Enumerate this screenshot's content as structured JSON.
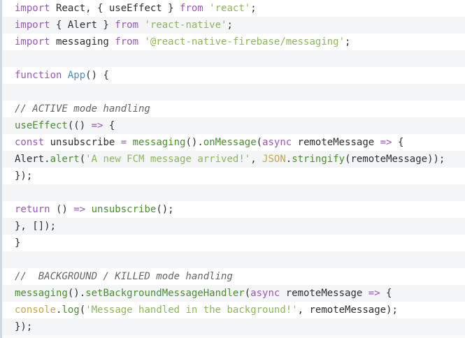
{
  "code_lines": [
    [
      {
        "t": "import",
        "c": "kw"
      },
      {
        "t": " React, { useEffect } ",
        "c": "plain"
      },
      {
        "t": "from",
        "c": "kw"
      },
      {
        "t": " ",
        "c": "plain"
      },
      {
        "t": "'react'",
        "c": "str"
      },
      {
        "t": ";",
        "c": "plain"
      }
    ],
    [
      {
        "t": "import",
        "c": "kw"
      },
      {
        "t": " { Alert } ",
        "c": "plain"
      },
      {
        "t": "from",
        "c": "kw"
      },
      {
        "t": " ",
        "c": "plain"
      },
      {
        "t": "'react-native'",
        "c": "str"
      },
      {
        "t": ";",
        "c": "plain"
      }
    ],
    [
      {
        "t": "import",
        "c": "kw"
      },
      {
        "t": " messaging ",
        "c": "plain"
      },
      {
        "t": "from",
        "c": "kw"
      },
      {
        "t": " ",
        "c": "plain"
      },
      {
        "t": "'@react-native-firebase/messaging'",
        "c": "str"
      },
      {
        "t": ";",
        "c": "plain"
      }
    ],
    [],
    [
      {
        "t": "function",
        "c": "kw"
      },
      {
        "t": " ",
        "c": "plain"
      },
      {
        "t": "App",
        "c": "fnblue"
      },
      {
        "t": "() {",
        "c": "plain"
      }
    ],
    [],
    [
      {
        "t": "// ACTIVE mode handling",
        "c": "cm"
      }
    ],
    [
      {
        "t": "useEffect",
        "c": "fn"
      },
      {
        "t": "(() ",
        "c": "plain"
      },
      {
        "t": "=>",
        "c": "op"
      },
      {
        "t": " {",
        "c": "plain"
      }
    ],
    [
      {
        "t": "const",
        "c": "kw"
      },
      {
        "t": " unsubscribe ",
        "c": "plain"
      },
      {
        "t": "=",
        "c": "op"
      },
      {
        "t": " ",
        "c": "plain"
      },
      {
        "t": "messaging",
        "c": "fn"
      },
      {
        "t": "().",
        "c": "plain"
      },
      {
        "t": "onMessage",
        "c": "fn"
      },
      {
        "t": "(",
        "c": "plain"
      },
      {
        "t": "async",
        "c": "kw"
      },
      {
        "t": " remoteMessage ",
        "c": "plain"
      },
      {
        "t": "=>",
        "c": "op"
      },
      {
        "t": " {",
        "c": "plain"
      }
    ],
    [
      {
        "t": "Alert.",
        "c": "plain"
      },
      {
        "t": "alert",
        "c": "fn"
      },
      {
        "t": "(",
        "c": "plain"
      },
      {
        "t": "'A new FCM message arrived!'",
        "c": "str"
      },
      {
        "t": ", ",
        "c": "plain"
      },
      {
        "t": "JSON",
        "c": "obj"
      },
      {
        "t": ".",
        "c": "plain"
      },
      {
        "t": "stringify",
        "c": "fn"
      },
      {
        "t": "(remoteMessage));",
        "c": "plain"
      }
    ],
    [
      {
        "t": "});",
        "c": "plain"
      }
    ],
    [],
    [
      {
        "t": "return",
        "c": "kw"
      },
      {
        "t": " () ",
        "c": "plain"
      },
      {
        "t": "=>",
        "c": "op"
      },
      {
        "t": " ",
        "c": "plain"
      },
      {
        "t": "unsubscribe",
        "c": "fn"
      },
      {
        "t": "();",
        "c": "plain"
      }
    ],
    [
      {
        "t": "}, []);",
        "c": "plain"
      }
    ],
    [
      {
        "t": "}",
        "c": "plain"
      }
    ],
    [],
    [
      {
        "t": "//  BACKGROUND / KILLED mode handling",
        "c": "cm"
      }
    ],
    [
      {
        "t": "messaging",
        "c": "fn"
      },
      {
        "t": "().",
        "c": "plain"
      },
      {
        "t": "setBackgroundMessageHandler",
        "c": "fn"
      },
      {
        "t": "(",
        "c": "plain"
      },
      {
        "t": "async",
        "c": "kw"
      },
      {
        "t": " remoteMessage ",
        "c": "plain"
      },
      {
        "t": "=>",
        "c": "op"
      },
      {
        "t": " {",
        "c": "plain"
      }
    ],
    [
      {
        "t": "console",
        "c": "obj"
      },
      {
        "t": ".",
        "c": "plain"
      },
      {
        "t": "log",
        "c": "fn"
      },
      {
        "t": "(",
        "c": "plain"
      },
      {
        "t": "'Message handled in the background!'",
        "c": "str"
      },
      {
        "t": ", remoteMessage);",
        "c": "plain"
      }
    ],
    [
      {
        "t": "});",
        "c": "plain"
      }
    ]
  ]
}
